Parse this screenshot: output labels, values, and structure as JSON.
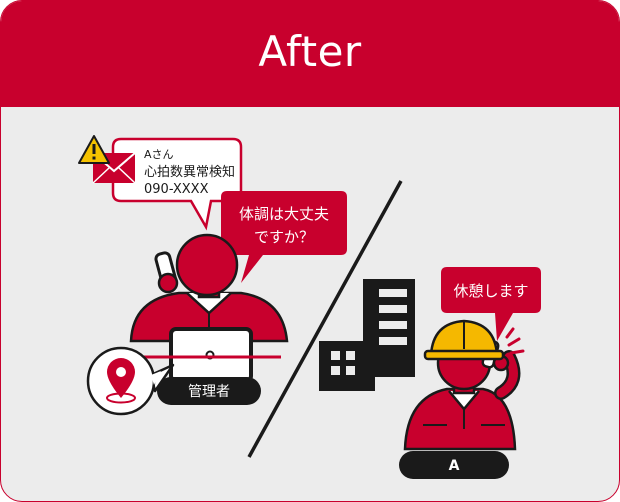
{
  "header": {
    "title": "After"
  },
  "notification": {
    "name": "Aさん",
    "message": "心拍数異常検知",
    "phone": "090-XXXX"
  },
  "manager_speech": [
    "体調は大丈夫",
    "ですか？"
  ],
  "worker_speech": "休憩します",
  "labels": {
    "manager": "管理者",
    "worker": "A"
  },
  "colors": {
    "brand_red": "#c8002d",
    "background": "#ececec",
    "dark": "#1a1a1a",
    "helmet_yellow": "#f5b800",
    "warning_yellow": "#f5c200"
  },
  "icons": [
    "warning-icon",
    "mail-icon",
    "location-pin-icon",
    "laptop-icon",
    "building-icon",
    "helmet-icon"
  ]
}
